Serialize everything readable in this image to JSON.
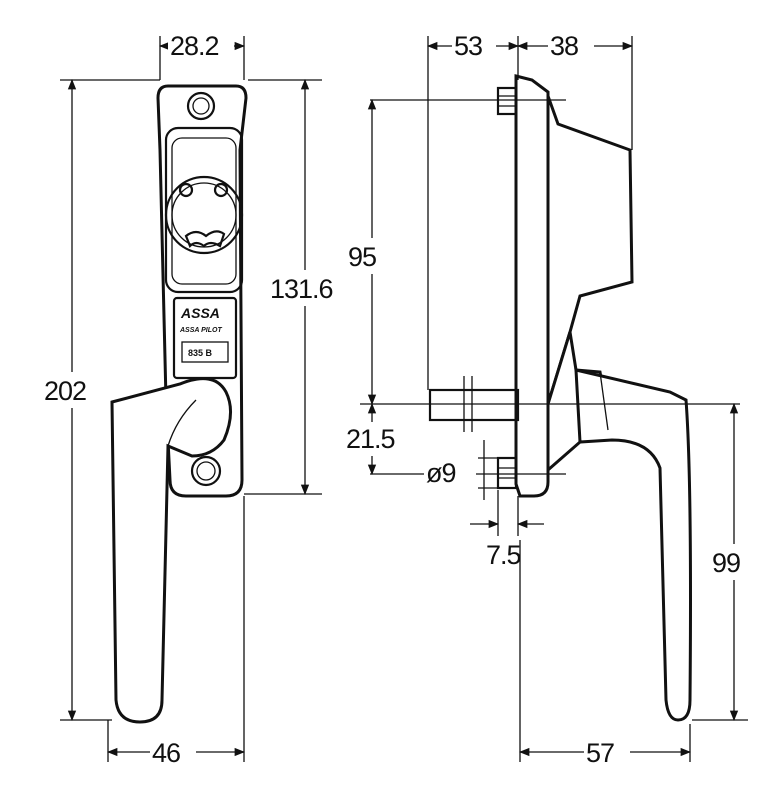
{
  "dimensions": {
    "front_top_width": "28.2",
    "front_total_height": "202",
    "front_screw_spacing": "131.6",
    "front_handle_width": "46",
    "side_left_depth": "53",
    "side_right_depth": "38",
    "side_upper_height": "95",
    "side_lower_offset": "21.5",
    "side_bolt_diameter": "ø9",
    "side_bolt_length": "7.5",
    "side_handle_drop": "99",
    "side_handle_reach": "57"
  },
  "labels": {
    "brand": "ASSA",
    "model_line": "ASSA PILOT",
    "model_number": "835 B"
  },
  "colors": {
    "ink": "#111111",
    "paper": "#ffffff"
  }
}
